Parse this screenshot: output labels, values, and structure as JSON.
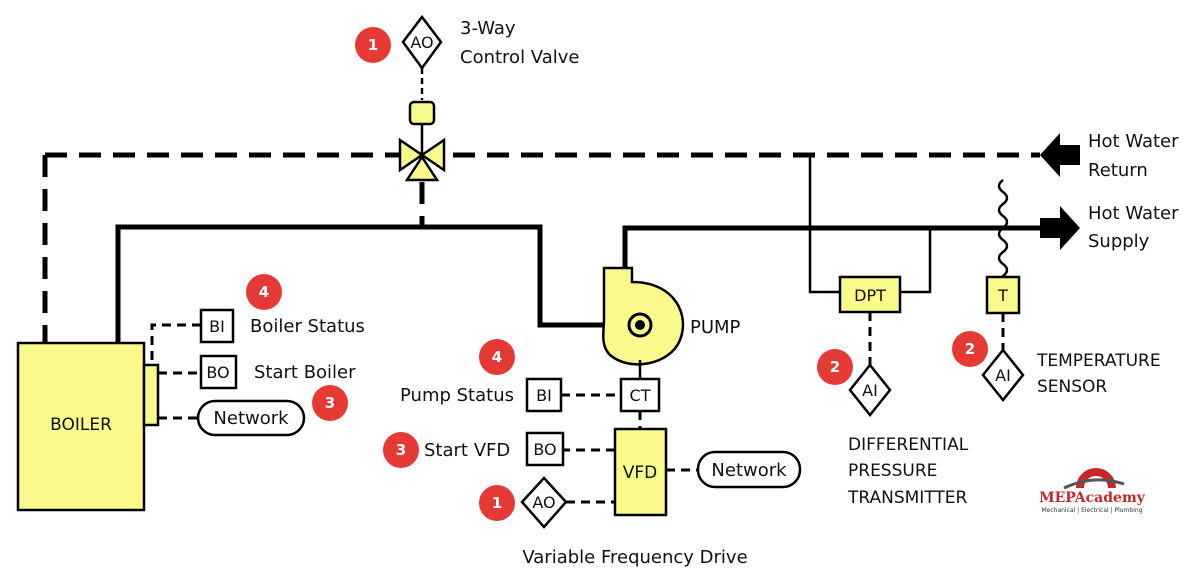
{
  "valve": {
    "label_line1": "3-Way",
    "label_line2": "Control Valve",
    "point": "AO",
    "badge": "1"
  },
  "return_label": {
    "line1": "Hot Water",
    "line2": "Return"
  },
  "supply_label": {
    "line1": "Hot Water",
    "line2": "Supply"
  },
  "boiler": {
    "name": "BOILER",
    "status_point": "BI",
    "status_label": "Boiler Status",
    "status_badge": "4",
    "start_point": "BO",
    "start_label": "Start Boiler",
    "network_label": "Network",
    "network_badge": "3"
  },
  "pump": {
    "label": "PUMP",
    "ct_label": "CT"
  },
  "vfd": {
    "name": "VFD",
    "status_point": "BI",
    "status_label": "Pump Status",
    "status_badge": "4",
    "start_point": "BO",
    "start_label": "Start VFD",
    "start_badge": "3",
    "speed_point": "AO",
    "speed_badge": "1",
    "network_label": "Network",
    "caption": "Variable Frequency Drive"
  },
  "dpt": {
    "name": "DPT",
    "point": "AI",
    "badge": "2",
    "label_line1": "DIFFERENTIAL",
    "label_line2": "PRESSURE",
    "label_line3": "TRANSMITTER"
  },
  "temp": {
    "name": "T",
    "point": "AI",
    "badge": "2",
    "label_line1": "TEMPERATURE",
    "label_line2": "SENSOR"
  },
  "logo": {
    "brand": "MEPAcademy",
    "tagline": "Mechanical | Electrical | Plumbing",
    "colors": {
      "red": "#c62828",
      "dark": "#333333"
    }
  }
}
